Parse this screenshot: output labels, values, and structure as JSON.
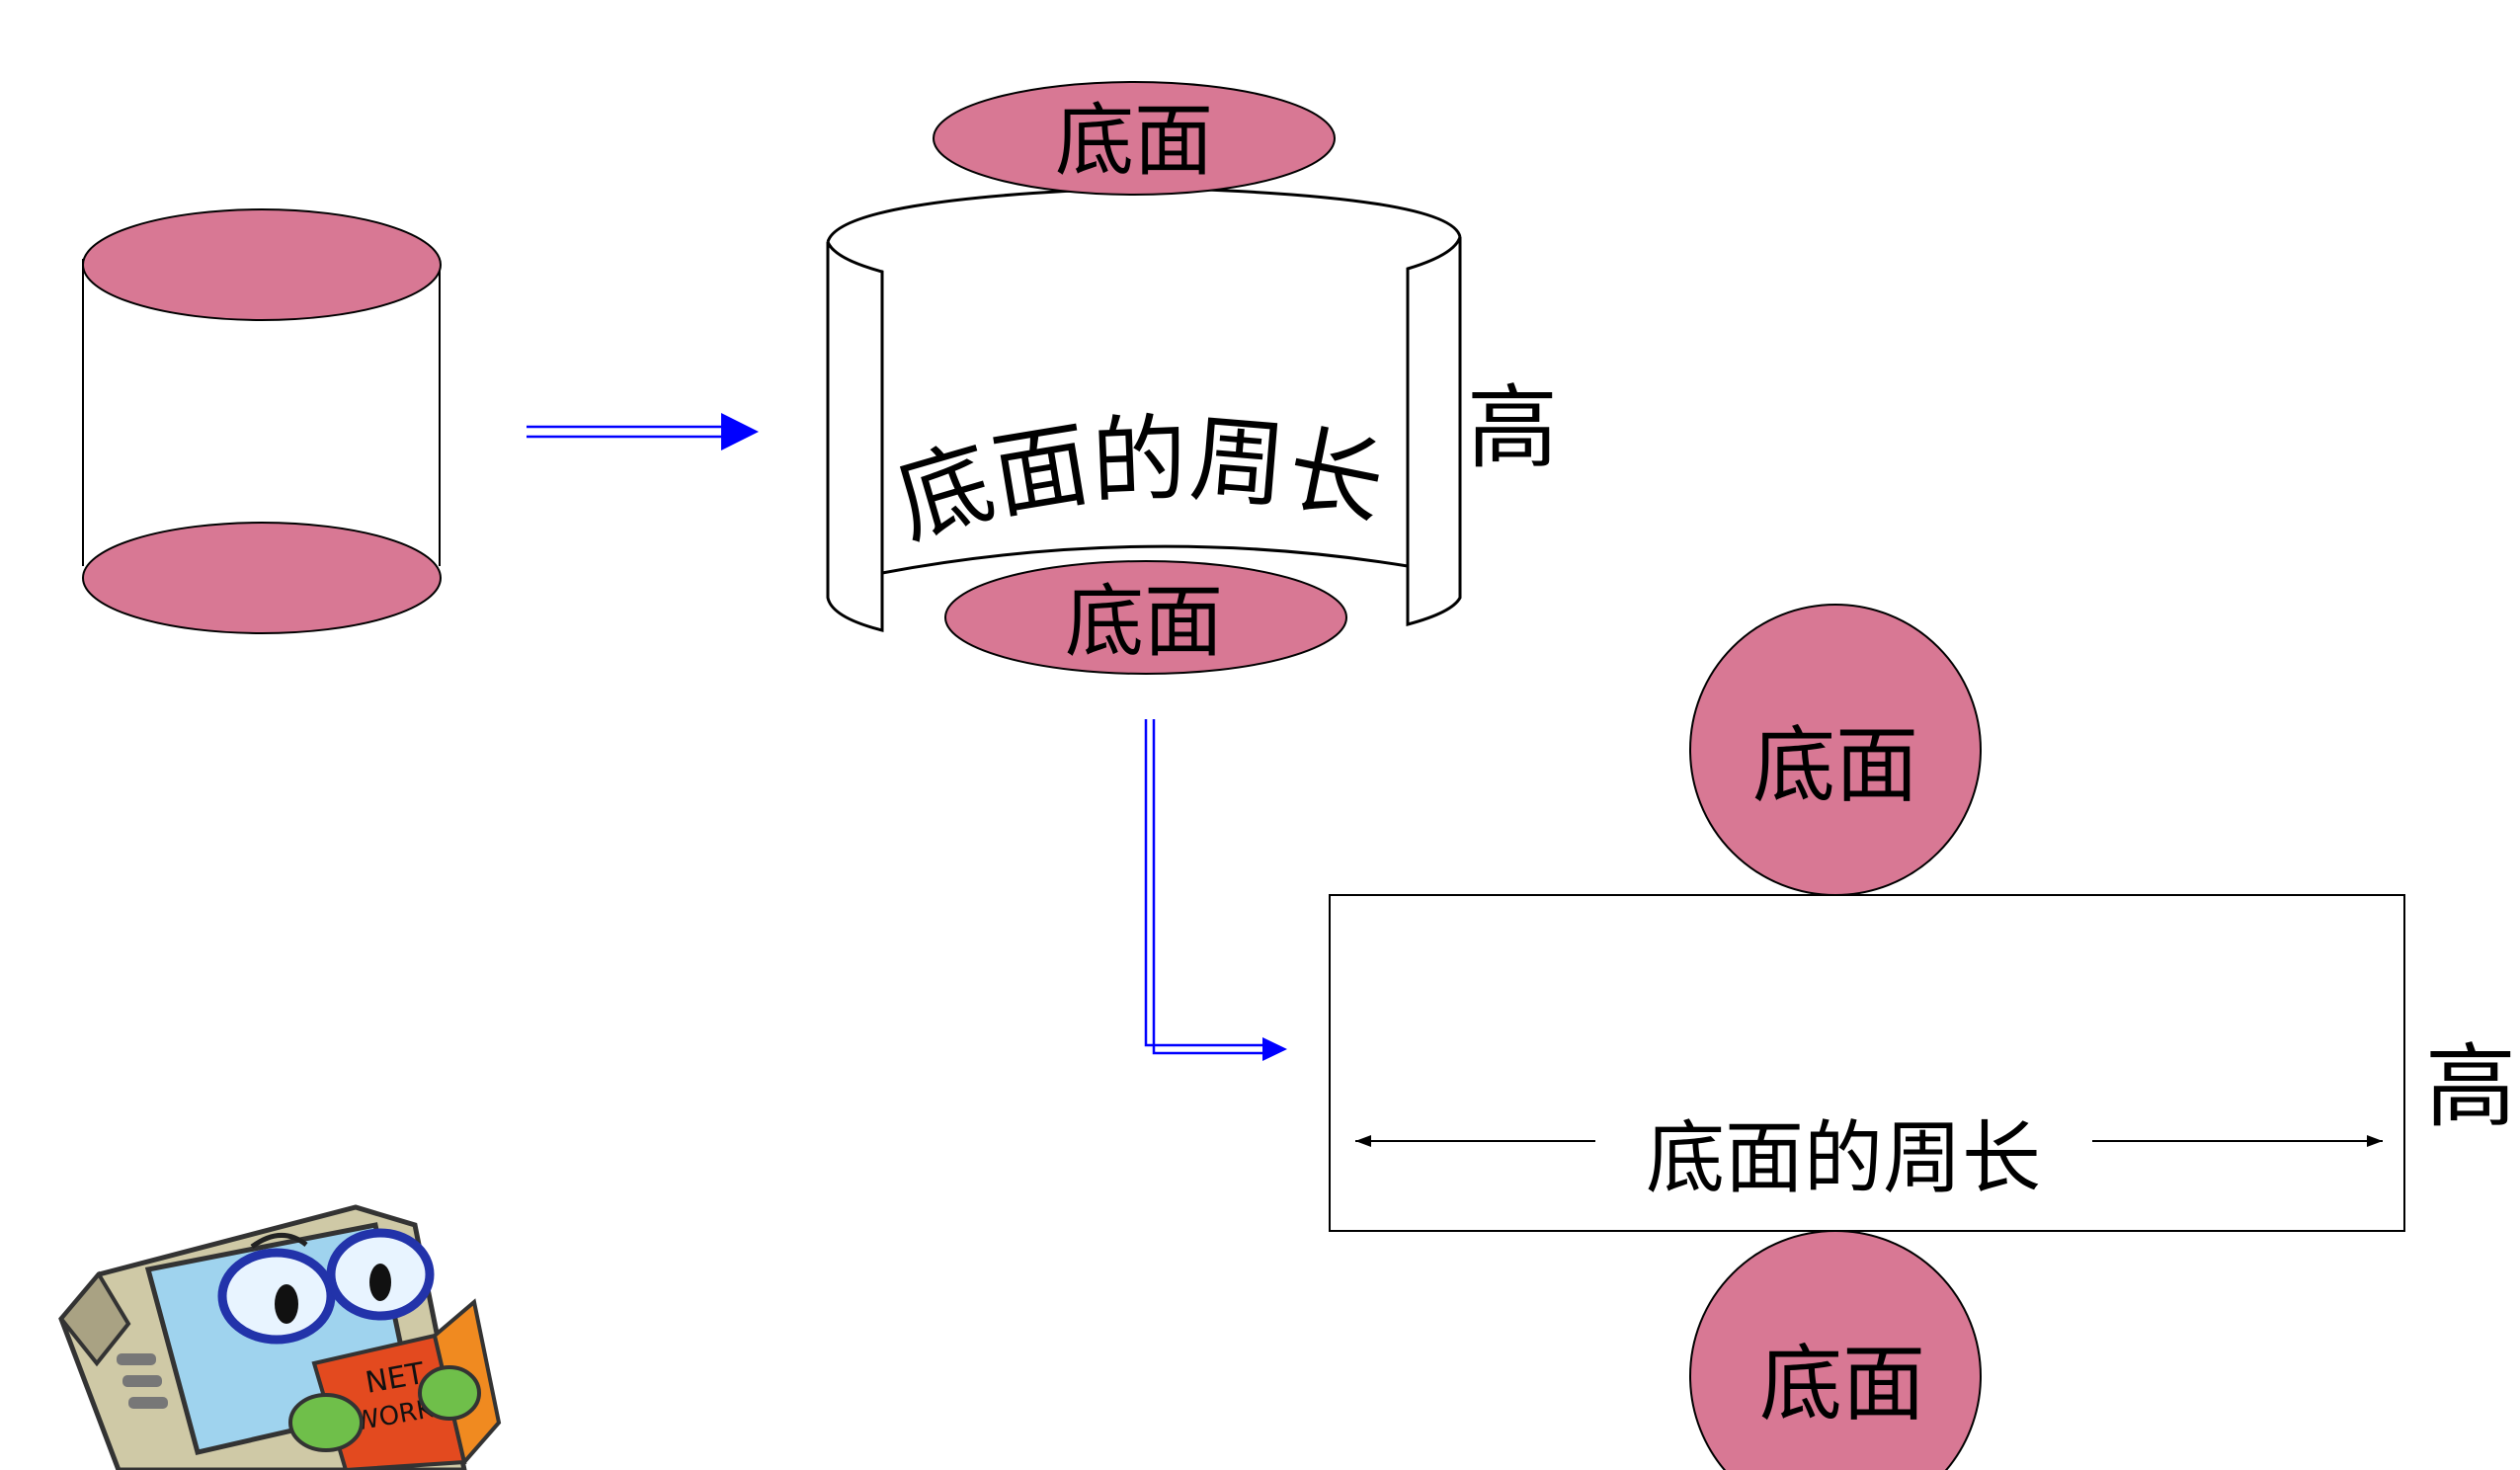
{
  "colors": {
    "base_fill": "#d87894",
    "stroke": "#000000",
    "arrow": "#0000ff",
    "background": "#ffffff"
  },
  "labels": {
    "top_base": "底面",
    "bottom_base": "底面",
    "lateral_circumference": "底面的周长",
    "height": "高"
  },
  "net": {
    "top_circle_label": "底面",
    "bottom_circle_label": "底面",
    "rect_width_label": "底面的周长",
    "rect_height_label": "高"
  },
  "mascot": {
    "book_text_line1": "NET",
    "book_text_line2": "WORK"
  }
}
